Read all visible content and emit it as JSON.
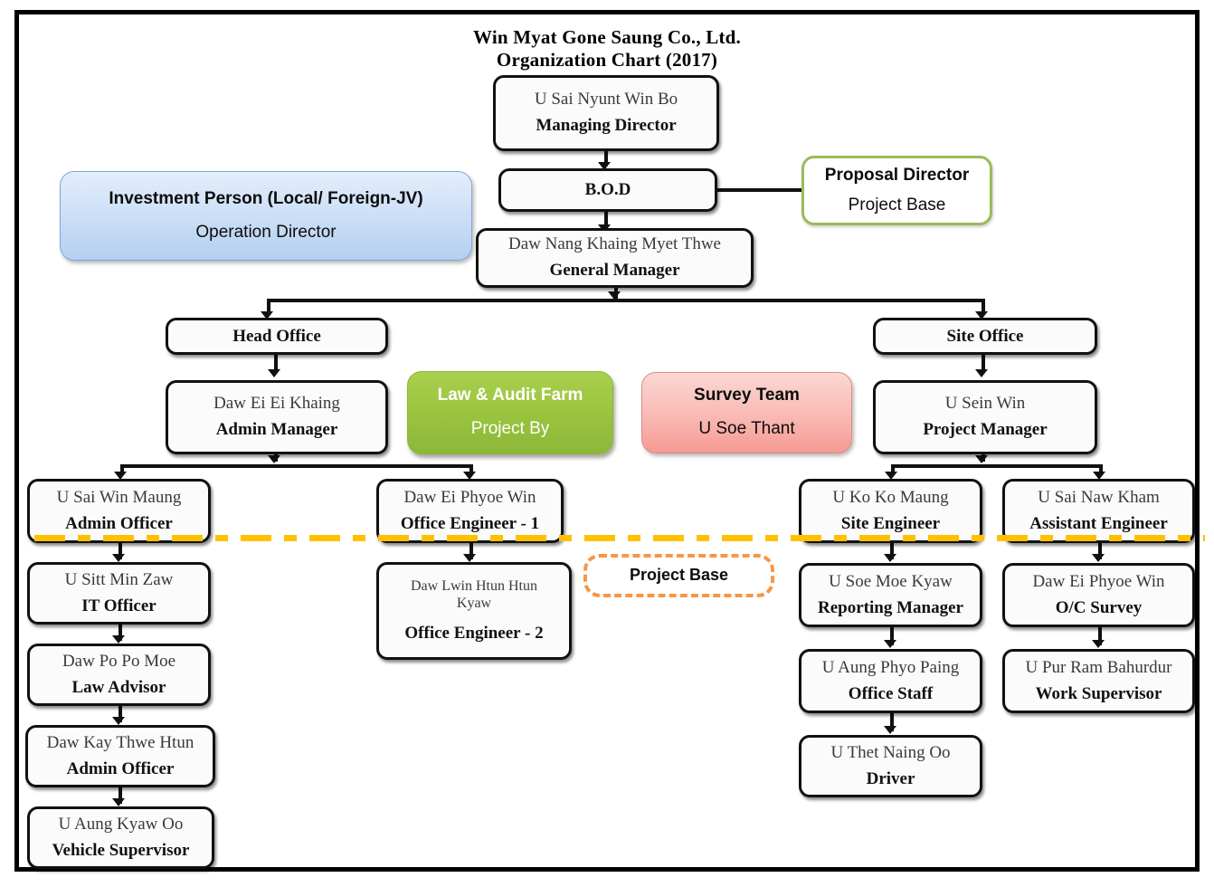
{
  "chart_title": {
    "line1": "Win Myat Gone Saung Co., Ltd.",
    "line2": "Organization Chart  (2017)"
  },
  "nodes": {
    "managing_director": {
      "name": "U Sai Nyunt Win Bo",
      "role": "Managing Director"
    },
    "bod": {
      "role": "B.O.D"
    },
    "general_manager": {
      "name": "Daw Nang Khaing Myet Thwe",
      "role": "General Manager"
    },
    "head_office": {
      "role": "Head Office"
    },
    "site_office": {
      "role": "Site Office"
    },
    "admin_manager": {
      "name": "Daw Ei Ei Khaing",
      "role": "Admin Manager"
    },
    "project_manager": {
      "name": "U Sein Win",
      "role": "Project Manager"
    },
    "admin_officer_1": {
      "name": "U Sai Win Maung",
      "role": "Admin Officer"
    },
    "it_officer": {
      "name": "U Sitt Min Zaw",
      "role": "IT Officer"
    },
    "law_advisor": {
      "name": "Daw Po Po Moe",
      "role": "Law Advisor"
    },
    "admin_officer_2": {
      "name": "Daw Kay Thwe Htun",
      "role": "Admin Officer"
    },
    "vehicle_supervisor": {
      "name": "U Aung Kyaw Oo",
      "role": "Vehicle Supervisor"
    },
    "office_engineer_1": {
      "name": "Daw Ei Phyoe Win",
      "role": "Office Engineer - 1"
    },
    "office_engineer_2": {
      "name": "Daw Lwin Htun Htun Kyaw",
      "role": "Office Engineer - 2"
    },
    "site_engineer": {
      "name": "U Ko Ko Maung",
      "role": "Site Engineer"
    },
    "reporting_manager": {
      "name": "U Soe Moe Kyaw",
      "role": "Reporting Manager"
    },
    "office_staff": {
      "name": "U Aung Phyo Paing",
      "role": "Office Staff"
    },
    "driver": {
      "name": "U Thet Naing Oo",
      "role": "Driver"
    },
    "assistant_engineer": {
      "name": "U Sai Naw Kham",
      "role": "Assistant Engineer"
    },
    "oc_survey": {
      "name": "Daw Ei Phyoe Win",
      "role": "O/C Survey"
    },
    "work_supervisor": {
      "name": "U Pur Ram Bahurdur",
      "role": "Work Supervisor"
    }
  },
  "callouts": {
    "investment_person": {
      "line1": "Investment Person (Local/ Foreign-JV)",
      "line2": "Operation Director",
      "color": "#cfe0f7"
    },
    "proposal_director": {
      "line1": "Proposal Director",
      "line2": "Project Base",
      "color": "#9bbb59"
    },
    "law_audit_farm": {
      "line1": "Law & Audit Farm",
      "line2": "Project By",
      "color": "#9cc63f"
    },
    "survey_team": {
      "line1": "Survey Team",
      "line2": "U Soe Thant",
      "color": "#f9b9b3"
    },
    "project_base": {
      "line1": "Project Base",
      "color": "#f79646"
    }
  },
  "divider": {
    "label": "project-base-divider",
    "color": "#ffc000",
    "style": "dash-dot"
  }
}
